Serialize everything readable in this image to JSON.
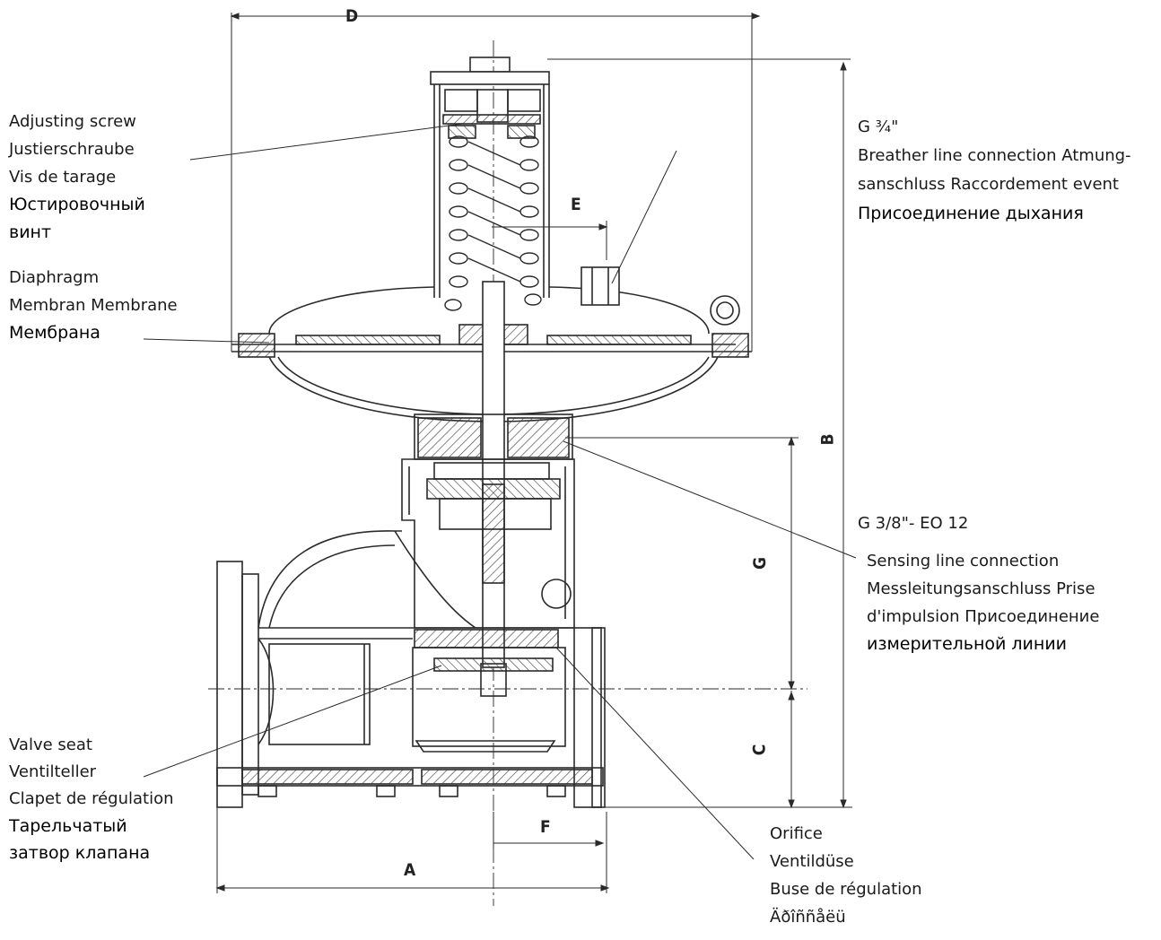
{
  "labels": {
    "adjusting_screw": [
      "Adjusting screw",
      "Justierschraube",
      "Vis de tarage",
      "Юстировочный",
      "винт"
    ],
    "diaphragm": [
      "Diaphragm",
      "Membran Membrane",
      "Мембрана"
    ],
    "breather": [
      "G ¾\"",
      "Breather line connection Atmung-",
      "sanschluss Raccordement event",
      "Присоединение дыхания"
    ],
    "sensing": [
      "G 3/8\"- EO 12",
      "Sensing line connection",
      "Messleitungsanschluss Prise",
      "d'impulsion Присоединение",
      "измерительной линии"
    ],
    "valve_seat": [
      "Valve seat",
      "Ventilteller",
      "Clapet de régulation",
      "Тарельчатый",
      "затвор клапана"
    ],
    "orifice": [
      "Orifice",
      "Ventildüse",
      "Buse de régulation",
      "Äðîññåëü"
    ]
  },
  "dimensions": {
    "A": "A",
    "B": "B",
    "C": "C",
    "D": "D",
    "E": "E",
    "F": "F",
    "G": "G"
  },
  "colors": {
    "line": "#2a2a2a",
    "hatch": "#555555",
    "accent": "#000000"
  }
}
